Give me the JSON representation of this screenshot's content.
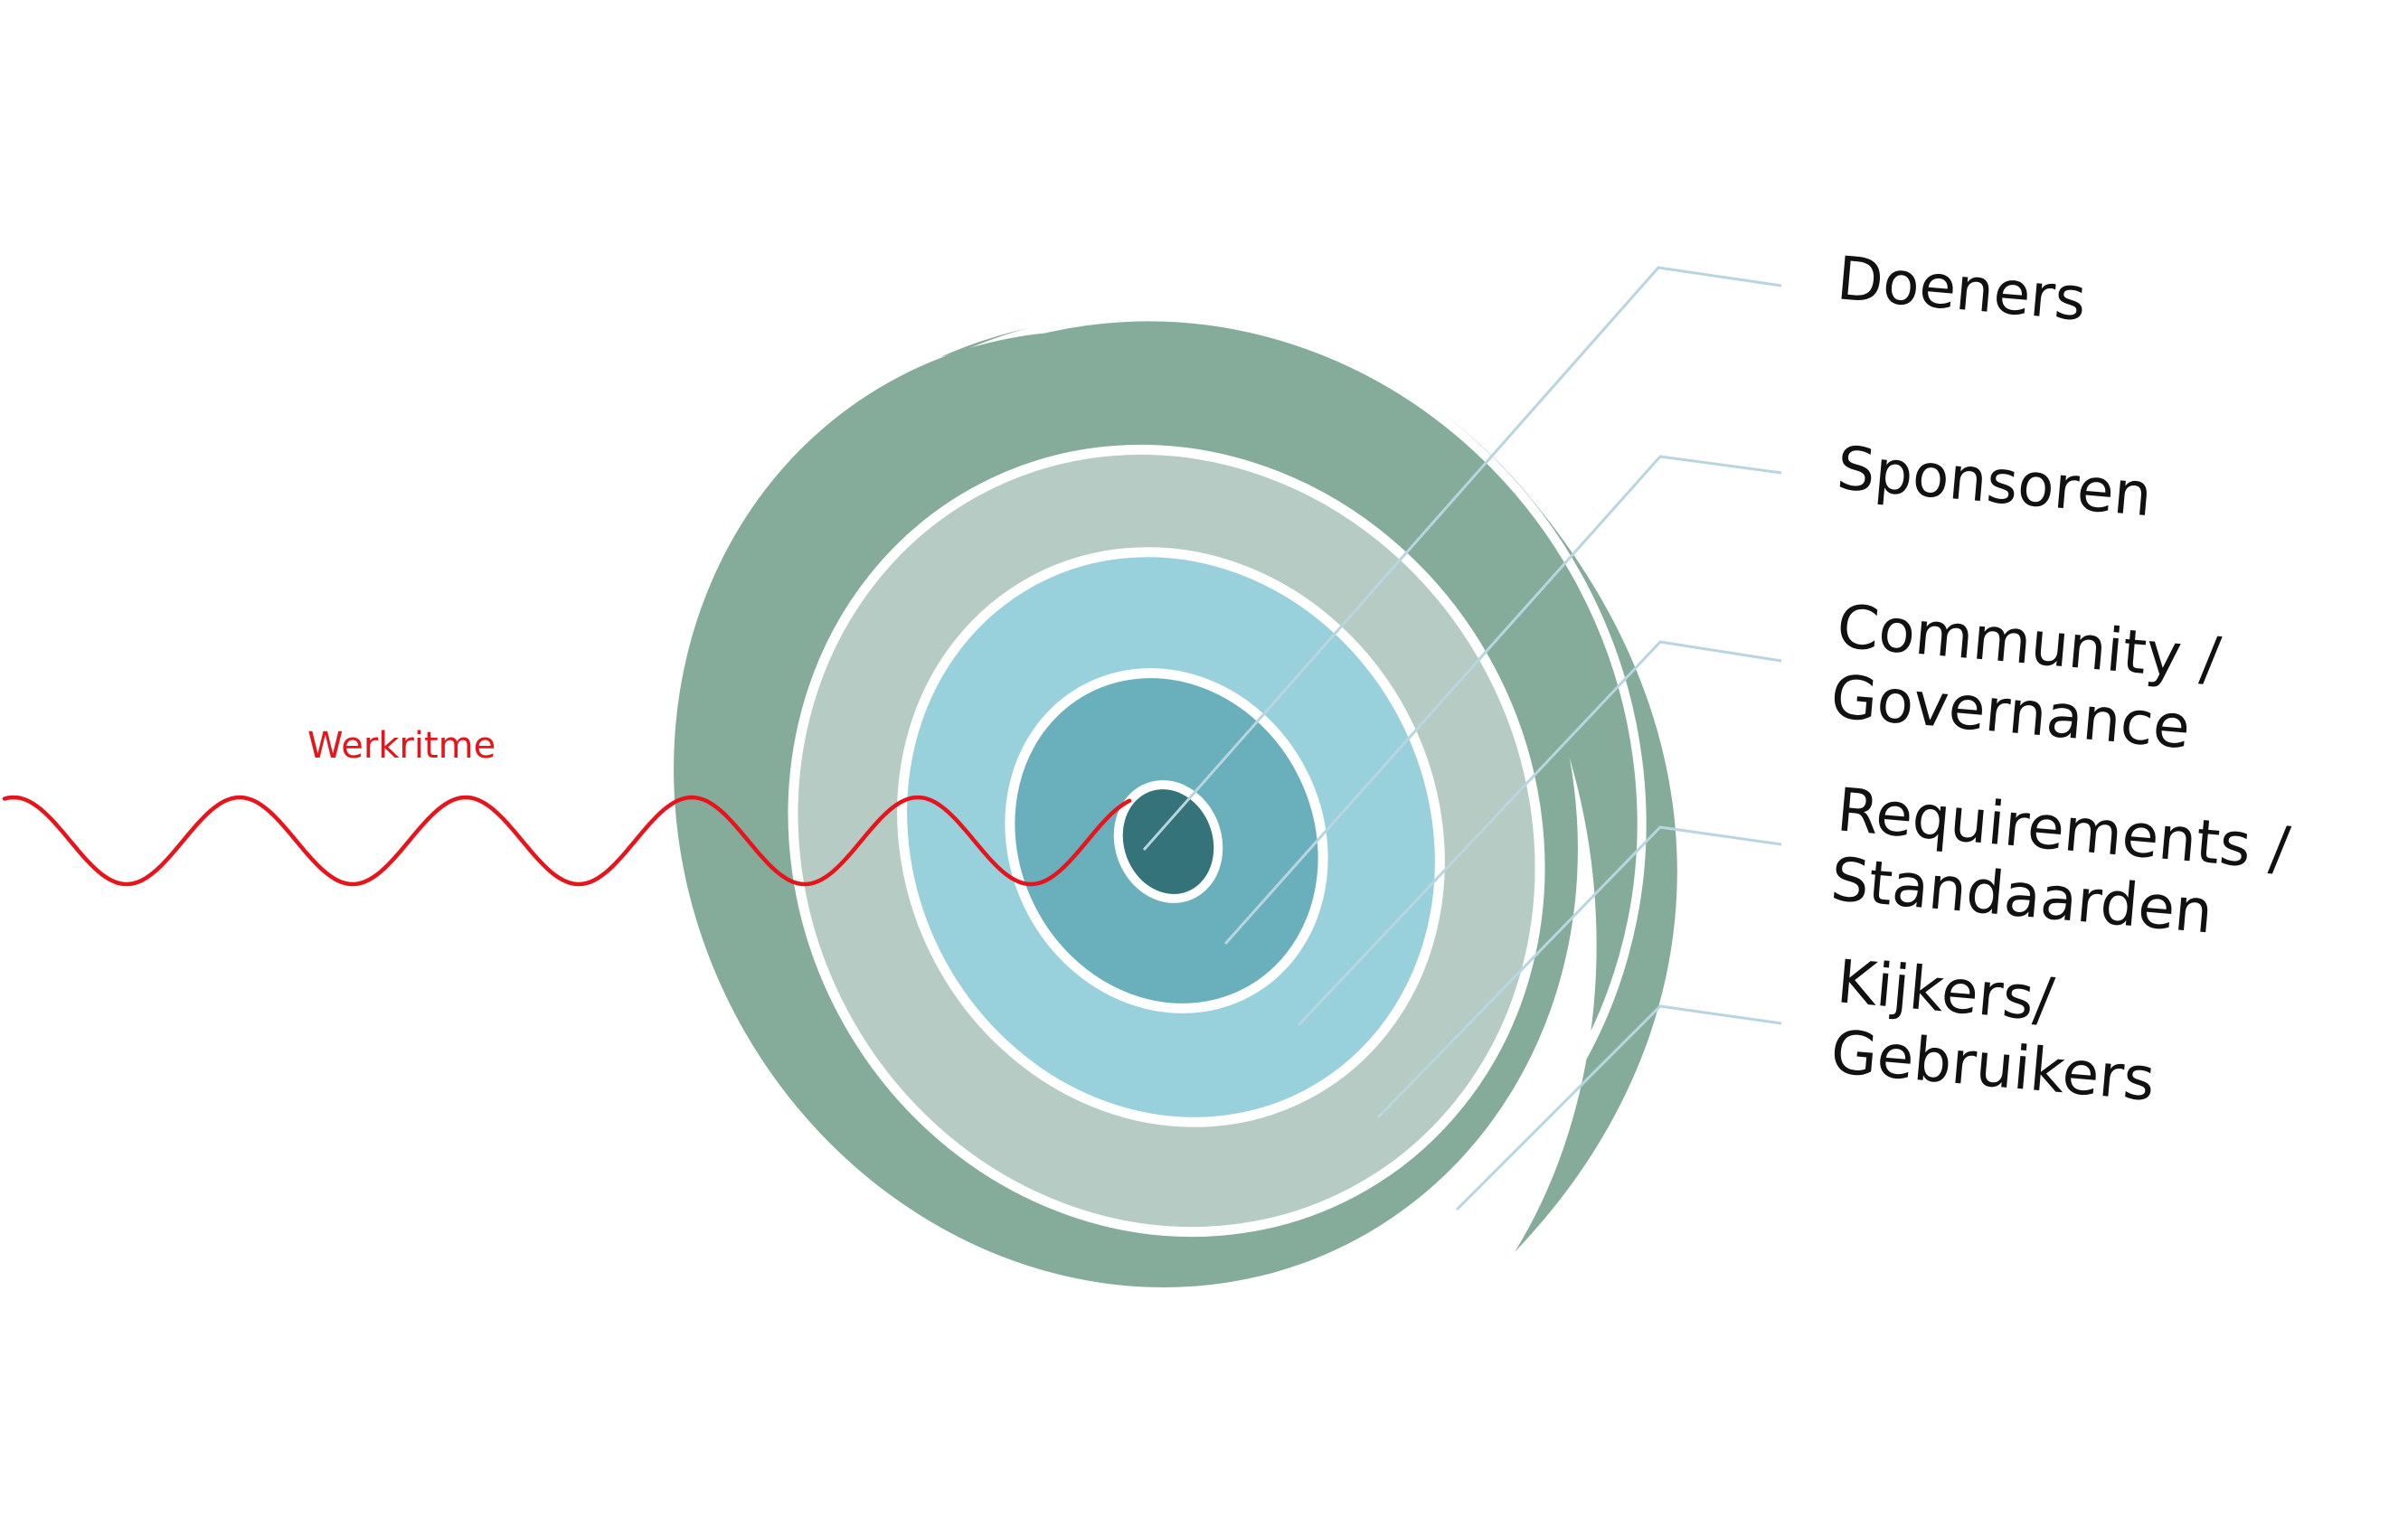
{
  "wave": {
    "label": "Werkritme",
    "color": "#e8141b"
  },
  "rings": {
    "outer_color": "#85ab9b",
    "light_green": "#b5cbc3",
    "light_blue": "#98d0dc",
    "mid_teal": "#69afbc",
    "core": "#35737a",
    "separator": "#ffffff"
  },
  "leader_line_color": "#b9d5e0",
  "labels": [
    {
      "lines": [
        "Doeners"
      ]
    },
    {
      "lines": [
        "Sponsoren"
      ]
    },
    {
      "lines": [
        "Community /",
        "Governance"
      ]
    },
    {
      "lines": [
        "Requirements /",
        "Standaarden"
      ]
    },
    {
      "lines": [
        "Kijkers/",
        "Gebruikers"
      ]
    }
  ]
}
